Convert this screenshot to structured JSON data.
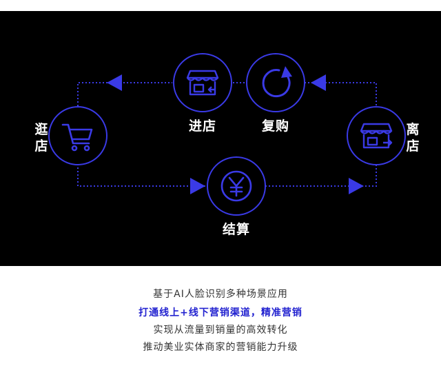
{
  "diagram": {
    "nodes": {
      "stroll": {
        "label": "逛店",
        "icon": "shopping-cart-icon"
      },
      "enter": {
        "label": "进店",
        "icon": "storefront-enter-icon"
      },
      "repurchase": {
        "label": "复购",
        "icon": "refresh-cycle-icon"
      },
      "leave": {
        "label": "离店",
        "icon": "storefront-exit-icon"
      },
      "checkout": {
        "label": "结算",
        "icon": "yen-coin-icon"
      }
    },
    "colors": {
      "background": "#000000",
      "accent": "#3a3ae6",
      "text": "#ffffff"
    }
  },
  "captions": {
    "line1": "基于AI人脸识别多种场景应用",
    "line2": "打通线上+线下营销渠道，精准营销",
    "line3": "实现从流量到销量的高效转化",
    "line4": "推动美业实体商家的营销能力升级"
  }
}
